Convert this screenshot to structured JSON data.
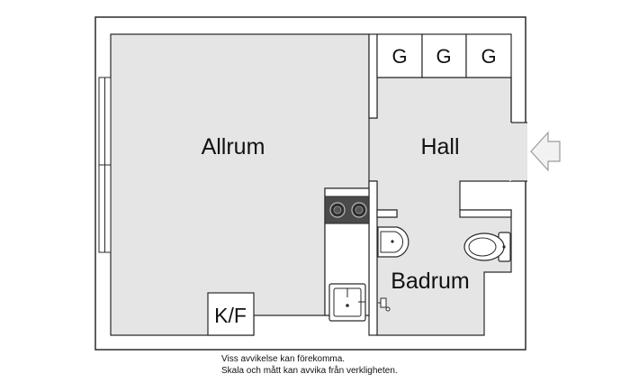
{
  "rooms": {
    "allrum": "Allrum",
    "hall": "Hall",
    "badrum": "Badrum"
  },
  "closets": [
    "G",
    "G",
    "G"
  ],
  "kitchen": {
    "fridge_label": "K/F"
  },
  "disclaimer": {
    "line1": "Viss avvikelse kan förekomma.",
    "line2": "Skala och mått kan avvika från verkligheten."
  },
  "icons": [
    "entrance-arrow-icon",
    "stove-icon",
    "sink-icon",
    "washbasin-icon",
    "toilet-icon",
    "faucet-icon",
    "window-icon"
  ],
  "colors": {
    "floor": "#e4e5e4",
    "wall": "#ffffff",
    "outline": "#2a2a2a",
    "stove": "#4a4a4a"
  }
}
